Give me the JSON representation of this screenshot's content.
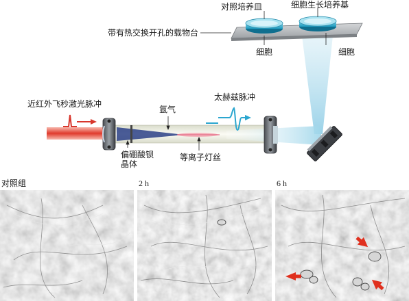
{
  "labels": {
    "control_dish": "对照培养皿",
    "growth_dish": "细胞生长培养基",
    "stage": "带有热交换开孔的载物台",
    "cell_left": "细胞",
    "cell_right": "细胞",
    "laser": "近红外飞秒激光脉冲",
    "argon": "氩气",
    "thz": "太赫兹脉冲",
    "crystal_line1": "偏硼酸钡",
    "crystal_line2": "晶体",
    "plasma": "等离子灯丝"
  },
  "panels": [
    {
      "label": "对照组"
    },
    {
      "label": "2 h"
    },
    {
      "label": "6 h"
    }
  ],
  "colors": {
    "laser_red": "#d8362c",
    "thz_cyan": "#2ba6cf",
    "beam_blue": "#9fd6ea",
    "stage_gray": "#b9bcbf",
    "arrow_red": "#e0301e"
  }
}
